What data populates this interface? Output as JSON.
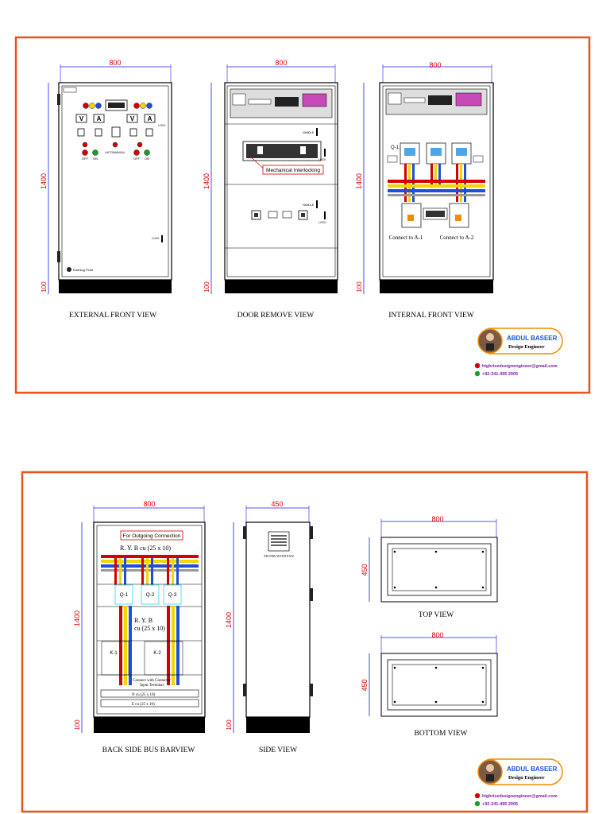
{
  "dimensions": {
    "width_800": "800",
    "width_450": "450",
    "height_1400": "1400",
    "height_100": "100",
    "depth_450": "450"
  },
  "views": {
    "external_front": "EXTERNAL FRONT VIEW",
    "door_remove": "DOOR REMOVE VIEW",
    "internal_front": "INTERNAL FRONT VIEW",
    "back_side": "BACK SIDE BUS BARVIEW",
    "side": "SIDE VIEW",
    "top": "TOP VIEW",
    "bottom": "BOTTOM VIEW"
  },
  "labels": {
    "meter_v": "V",
    "meter_a": "A",
    "off": "OFF",
    "on": "ON",
    "auto_manual": "AUTO/MANUAL",
    "mechanical_interlocking": "Mechanical Interlocking",
    "handle": "HANDLE",
    "lock": "LOCK",
    "earthing_point": "Earthing Point",
    "connect_a1": "Connect to A-1",
    "connect_a2": "Connect to A-2",
    "q1": "Q-1",
    "q2": "Q-2",
    "q3": "Q-3",
    "k1": "K-1",
    "k2": "K-2",
    "outgoing": "For Outgoing Connection",
    "ryb_top": "R. Y. B cu (25 x 10)",
    "ryb_mid_1": "R. Y. B",
    "ryb_mid_2": "cu (25 x 10)",
    "contactor_note_1": "Connect with Contactor",
    "contactor_note_2": "Input Terminal",
    "n_bar": "N cu (25 x 10)",
    "e_bar": "E cu (25 x 10)",
    "filter_fan": "FILTER WITH FAN"
  },
  "branding": {
    "name": "ABDUL BASEER",
    "title": "Design Engineer",
    "email": "highrisedesignengineer@gmail.com",
    "phone": "+92-341-495 2005"
  },
  "colors": {
    "frame": "#e8521c",
    "dimension": "#1a1aff",
    "dim_text": "#e00000",
    "phase_r": "#d40000",
    "phase_y": "#f2d600",
    "phase_b": "#1f4fd6",
    "neutral": "#999999"
  }
}
